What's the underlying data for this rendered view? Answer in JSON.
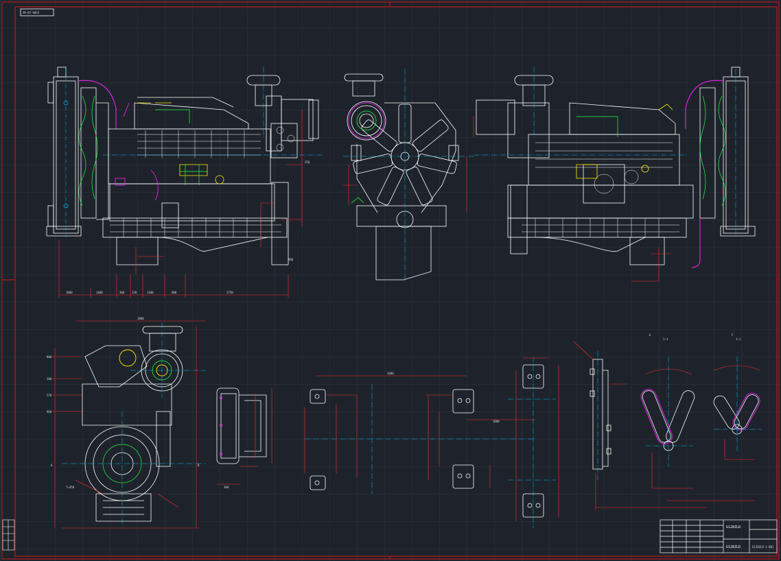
{
  "drawing": {
    "tag_code": "XR-07-6035",
    "colors": {
      "background": "#1e232b",
      "grid": "#2c333d",
      "frame": "#d11a1a",
      "outline": "#ffffff",
      "center": "#00c8ff",
      "dimension": "#ff2a2a",
      "accent": "#ff22ff",
      "yellow": "#ffee00",
      "green": "#22ff44"
    },
    "title_block": {
      "model_top": "G128ZLD",
      "model_bottom": "G128ZLD",
      "sheet_no": "G128ZLD-1-001"
    }
  }
}
